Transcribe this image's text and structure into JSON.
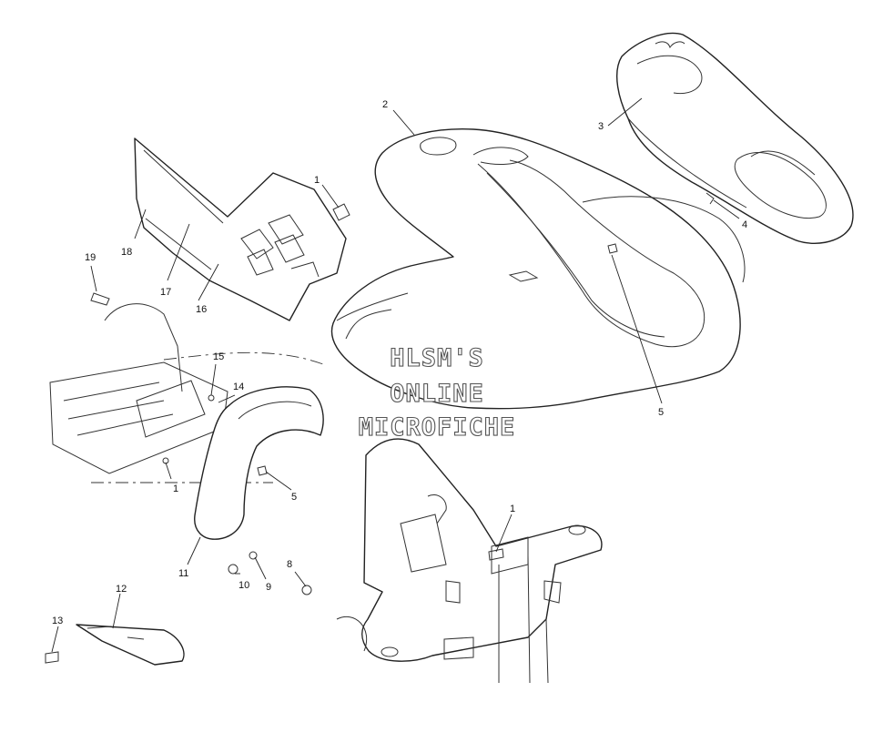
{
  "watermark": {
    "lines": [
      "HLSM'S",
      "ONLINE",
      "MICROFICHE"
    ]
  },
  "callouts": [
    {
      "id": "c1a",
      "text": "1"
    },
    {
      "id": "c2",
      "text": "2"
    },
    {
      "id": "c3",
      "text": "3"
    },
    {
      "id": "c4",
      "text": "4"
    },
    {
      "id": "c5a",
      "text": "5"
    },
    {
      "id": "c18",
      "text": "18"
    },
    {
      "id": "c19",
      "text": "19"
    },
    {
      "id": "c17",
      "text": "17"
    },
    {
      "id": "c16",
      "text": "16"
    },
    {
      "id": "c15",
      "text": "15"
    },
    {
      "id": "c14",
      "text": "14"
    },
    {
      "id": "c1b",
      "text": "1"
    },
    {
      "id": "c5b",
      "text": "5"
    },
    {
      "id": "c11",
      "text": "11"
    },
    {
      "id": "c10",
      "text": "10"
    },
    {
      "id": "c9",
      "text": "9"
    },
    {
      "id": "c8",
      "text": "8"
    },
    {
      "id": "c1c",
      "text": "1"
    },
    {
      "id": "c12",
      "text": "12"
    },
    {
      "id": "c13",
      "text": "13"
    }
  ]
}
